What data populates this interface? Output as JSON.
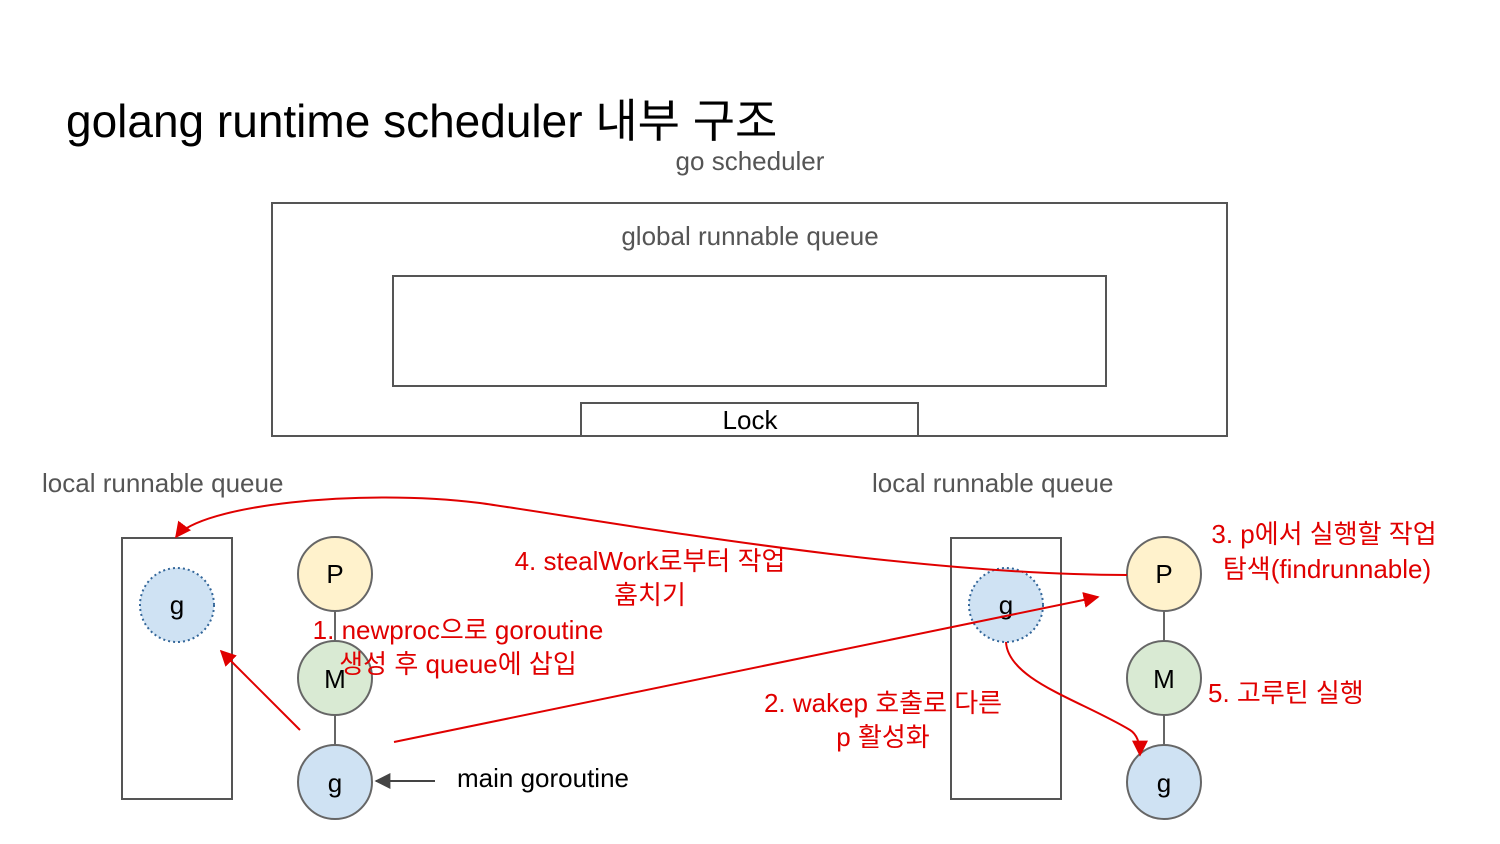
{
  "title": "golang runtime scheduler 내부 구조",
  "scheduler_label": "go scheduler",
  "global_queue_label": "global runnable queue",
  "lock_label": "Lock",
  "left": {
    "queue_label": "local runnable queue",
    "queued_g": "g",
    "p": "P",
    "m": "M",
    "g": "g",
    "main_label": "main goroutine"
  },
  "right": {
    "queue_label": "local runnable queue",
    "queued_g": "g",
    "p": "P",
    "m": "M",
    "g": "g"
  },
  "steps": {
    "s1_line1": "1. newproc으로 goroutine",
    "s1_line2": "생성 후 queue에 삽입",
    "s2_line1": "2. wakep 호출로 다른",
    "s2_line2": "p 활성화",
    "s3_line1": "3. p에서 실행할 작업",
    "s3_line2": "탐색(findrunnable)",
    "s4_line1": "4. stealWork로부터 작업",
    "s4_line2": "훔치기",
    "s5": "5. 고루틴 실행"
  },
  "colors": {
    "p_fill": "#fff2cc",
    "m_fill": "#d9ead3",
    "g_fill": "#cfe2f3",
    "arrow_red": "#e00000"
  }
}
